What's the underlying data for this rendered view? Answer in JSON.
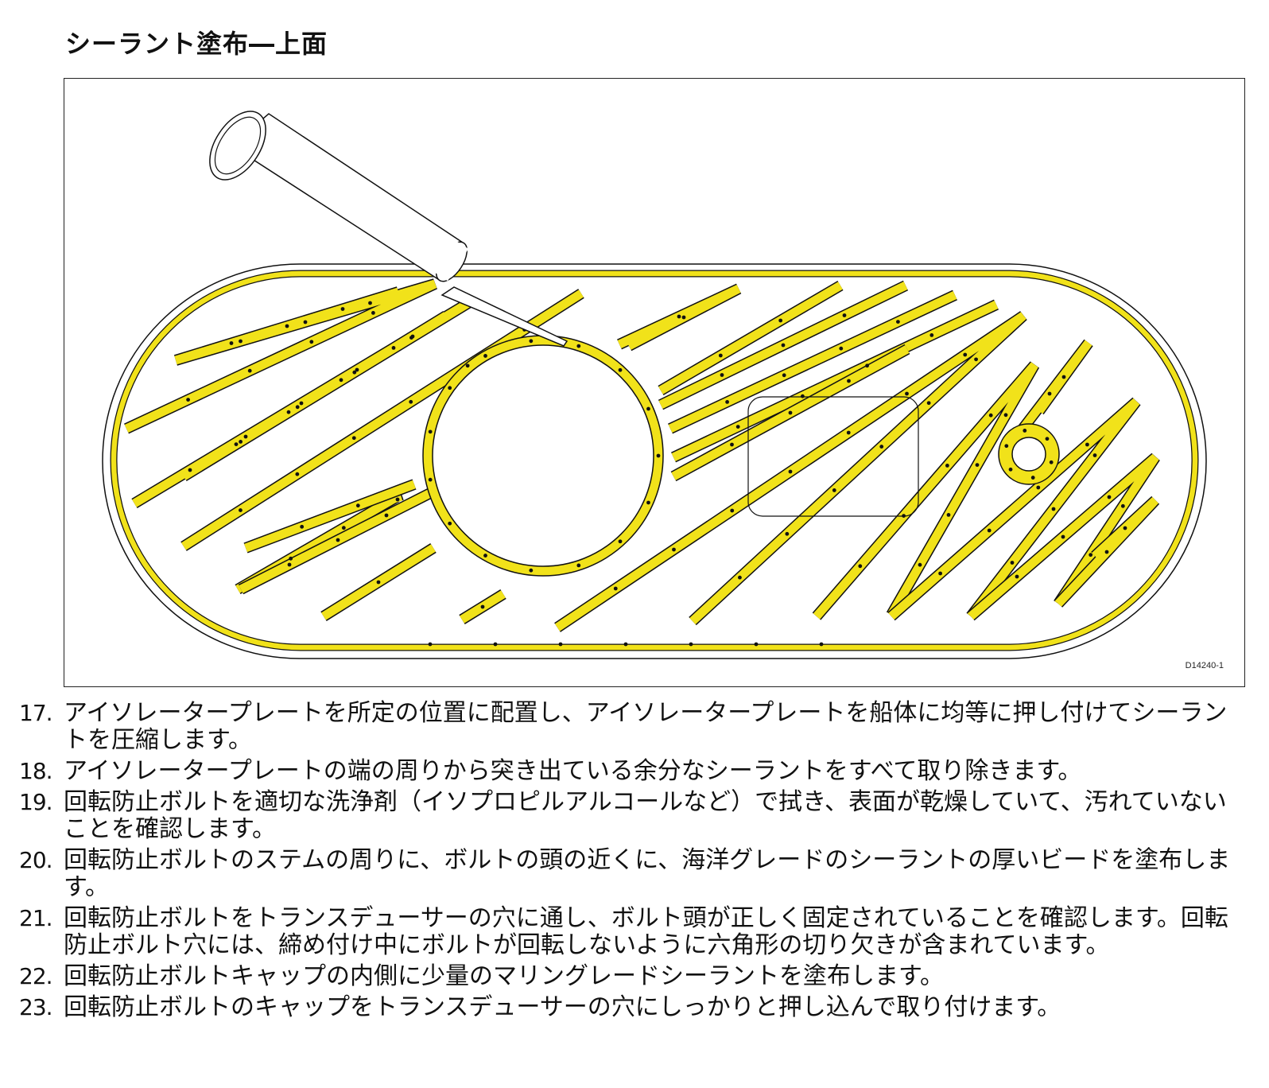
{
  "heading": "シーラント塗布―上面",
  "figure": {
    "id_label": "D14240-1",
    "colors": {
      "sealant": "#f1e21a",
      "outline": "#111111",
      "plate": "#ffffff"
    },
    "icon": "sealant-tube-icon"
  },
  "steps": [
    {
      "num": "17.",
      "text": "アイソレータープレートを所定の位置に配置し、アイソレータープレートを船体に均等に押し付けてシーラントを圧縮します。"
    },
    {
      "num": "18.",
      "text": "アイソレータープレートの端の周りから突き出ている余分なシーラントをすべて取り除きます。"
    },
    {
      "num": "19.",
      "text": "回転防止ボルトを適切な洗浄剤（イソプロピルアルコールなど）で拭き、表面が乾燥していて、汚れていないことを確認します。"
    },
    {
      "num": "20.",
      "text": "回転防止ボルトのステムの周りに、ボルトの頭の近くに、海洋グレードのシーラントの厚いビードを塗布します。"
    },
    {
      "num": "21.",
      "text": "回転防止ボルトをトランスデューサーの穴に通し、ボルト頭が正しく固定されていることを確認します。回転防止ボルト穴には、締め付け中にボルトが回転しないように六角形の切り欠きが含まれています。"
    },
    {
      "num": "22.",
      "text": "回転防止ボルトキャップの内側に少量のマリングレードシーラントを塗布します。"
    },
    {
      "num": "23.",
      "text": "回転防止ボルトのキャップをトランスデューサーの穴にしっかりと押し込んで取り付けます。"
    }
  ]
}
